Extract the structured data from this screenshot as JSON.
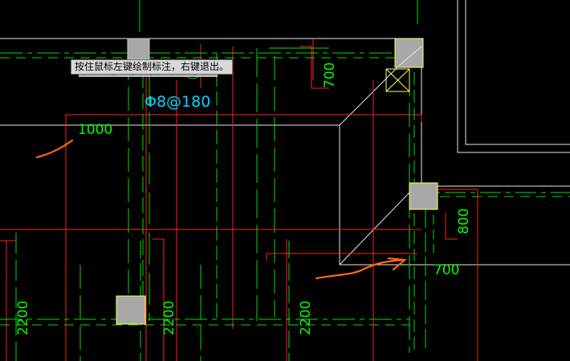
{
  "tooltip": {
    "text": "按住鼠标左键绘制标注，右键退出。",
    "ghost_text": "按住鼠标左键绘制标注，右键退出"
  },
  "annotations": {
    "rebar_spec": "Φ8@180",
    "dim_1000": "1000",
    "dim_700_top": "700",
    "dim_800": "800",
    "dim_700_right": "700",
    "dim_2200_a": "2200",
    "dim_2200_b": "2200",
    "dim_2200_c": "2200"
  },
  "colors": {
    "background": "#000000",
    "grid_red": "#ff2020",
    "rebar_green": "#00e000",
    "text_green": "#00ff00",
    "spec_cyan": "#00d8ff",
    "outline_white": "#e8e8e8",
    "column_gray": "#a8a8a8",
    "column_edge": "#ffff66",
    "marker_orange": "#ff6a10"
  }
}
